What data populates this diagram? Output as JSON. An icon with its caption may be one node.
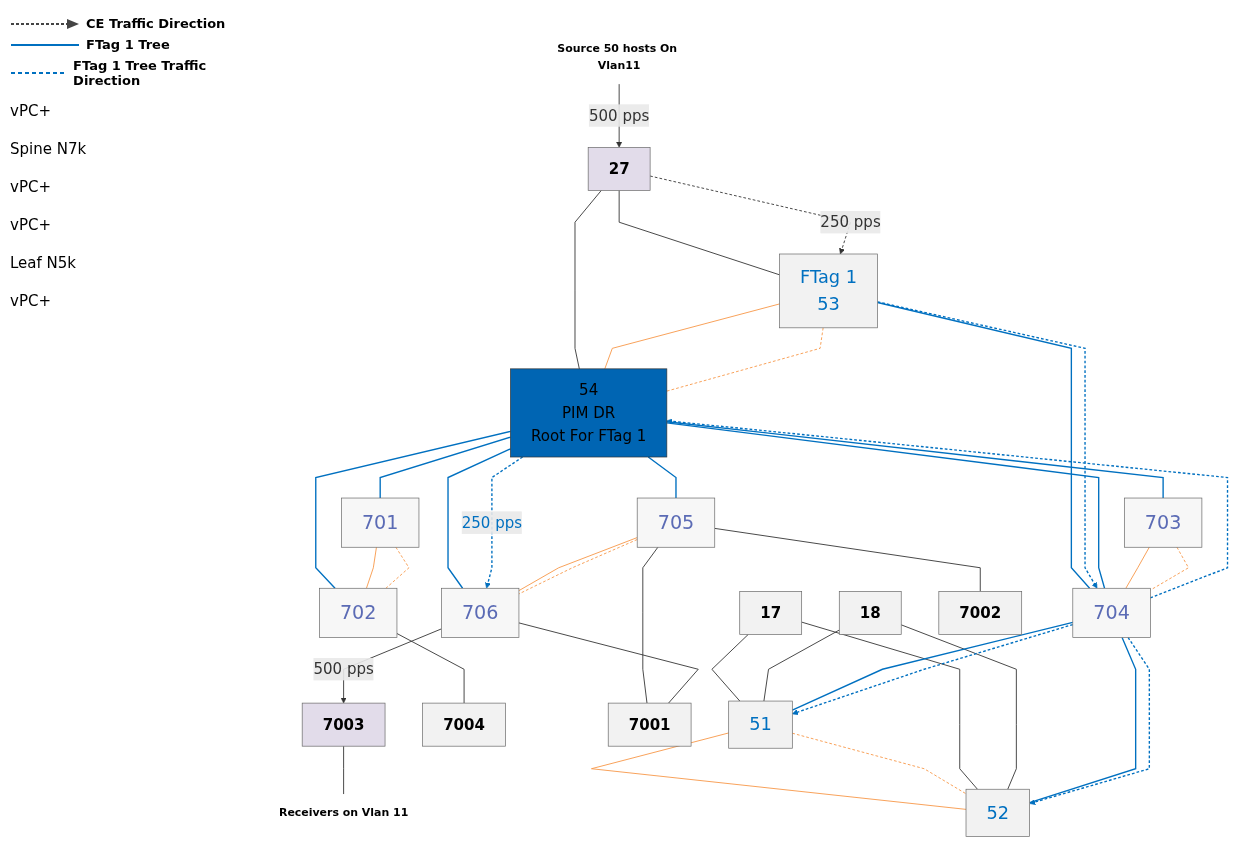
{
  "diagram": {
    "nodes": [
      {
        "text": [
          "Source 50 hosts On Vlan11"
        ]
      },
      {
        "text": [
          "27"
        ]
      },
      {
        "text": [
          "51"
        ]
      },
      {
        "text": [
          "52"
        ]
      },
      {
        "text": [
          "FTag 1",
          "53"
        ]
      },
      {
        "text": [
          "54",
          "PIM DR",
          "Root For FTag 1"
        ]
      },
      {
        "text": [
          "17"
        ]
      },
      {
        "text": [
          "18"
        ]
      },
      {
        "text": [
          "701"
        ]
      },
      {
        "text": [
          "702"
        ]
      },
      {
        "text": [
          "703"
        ]
      },
      {
        "text": [
          "704"
        ]
      },
      {
        "text": [
          "705"
        ]
      },
      {
        "text": [
          "706"
        ]
      },
      {
        "text": [
          "7004"
        ]
      },
      {
        "text": [
          "7002"
        ]
      },
      {
        "text": [
          "7001"
        ]
      },
      {
        "text": [
          "7003"
        ]
      },
      {
        "text": [
          "Receivers on  Vlan 11"
        ]
      }
    ],
    "edges": [
      {
        "from": 0,
        "to": 1,
        "arrow": "to",
        "label": "500 pps"
      },
      {
        "from": 1,
        "to": 4,
        "arrow": "none"
      },
      {
        "from": 1,
        "to": 4,
        "arrow": "to",
        "style": "dashed",
        "label": "250 pps"
      },
      {
        "from": 1,
        "to": 5,
        "arrow": "none"
      },
      {
        "from": 2,
        "to": 3,
        "arrow": "none",
        "color": "#f79646"
      },
      {
        "from": 2,
        "to": 3,
        "arrow": "none",
        "style": "dashed",
        "color": "#f79646"
      },
      {
        "from": 4,
        "to": 5,
        "arrow": "none",
        "color": "#f79646"
      },
      {
        "from": 4,
        "to": 5,
        "arrow": "none",
        "style": "dashed",
        "color": "#f79646"
      },
      {
        "from": 6,
        "to": 2,
        "arrow": "none"
      },
      {
        "from": 6,
        "to": 3,
        "arrow": "none"
      },
      {
        "from": 7,
        "to": 2,
        "arrow": "none"
      },
      {
        "from": 7,
        "to": 3,
        "arrow": "none"
      },
      {
        "from": 11,
        "to": 2,
        "arrow": "none",
        "color": "#0070c0"
      },
      {
        "from": 11,
        "to": 2,
        "arrow": "to",
        "style": "dashed",
        "color": "#0070c0"
      },
      {
        "from": 11,
        "to": 3,
        "arrow": "none",
        "color": "#0070c0"
      },
      {
        "from": 11,
        "to": 3,
        "arrow": "to",
        "style": "dashed",
        "color": "#0070c0"
      },
      {
        "from": 4,
        "to": 11,
        "arrow": "none",
        "color": "#0070c0"
      },
      {
        "from": 4,
        "to": 11,
        "arrow": "to",
        "style": "dashed",
        "color": "#0070c0"
      },
      {
        "from": 5,
        "to": 8,
        "arrow": "none",
        "color": "#0070c0"
      },
      {
        "from": 5,
        "to": 9,
        "arrow": "none",
        "color": "#0070c0"
      },
      {
        "from": 5,
        "to": 10,
        "arrow": "none",
        "color": "#0070c0"
      },
      {
        "from": 5,
        "to": 11,
        "arrow": "none",
        "color": "#0070c0"
      },
      {
        "from": 11,
        "to": 5,
        "arrow": "to",
        "style": "dashed",
        "color": "#0070c0"
      },
      {
        "from": 5,
        "to": 12,
        "arrow": "none",
        "color": "#0070c0"
      },
      {
        "from": 5,
        "to": 13,
        "arrow": "none",
        "color": "#0070c0"
      },
      {
        "from": 5,
        "to": 13,
        "arrow": "to",
        "style": "dashed",
        "color": "#0070c0",
        "label": "250 pps"
      },
      {
        "from": 8,
        "to": 9,
        "arrow": "none",
        "color": "#f79646"
      },
      {
        "from": 8,
        "to": 9,
        "arrow": "none",
        "style": "dashed",
        "color": "#f79646"
      },
      {
        "from": 10,
        "to": 11,
        "arrow": "none",
        "color": "#f79646"
      },
      {
        "from": 10,
        "to": 11,
        "arrow": "none",
        "style": "dashed",
        "color": "#f79646"
      },
      {
        "from": 12,
        "to": 13,
        "arrow": "none",
        "color": "#f79646"
      },
      {
        "from": 12,
        "to": 13,
        "arrow": "none",
        "style": "dashed",
        "color": "#f79646"
      },
      {
        "from": 9,
        "to": 14,
        "arrow": "none"
      },
      {
        "from": 12,
        "to": 15,
        "arrow": "none"
      },
      {
        "from": 12,
        "to": 16,
        "arrow": "none"
      },
      {
        "from": 13,
        "to": 16,
        "arrow": "none"
      },
      {
        "from": 13,
        "to": 17,
        "arrow": "to",
        "label": "500 pps"
      },
      {
        "from": 17,
        "to": 18,
        "arrow": "none"
      }
    ],
    "labels": [
      "vPC+",
      "Spine N7k",
      "vPC+",
      "vPC+",
      "Leaf N5k",
      "vPC+"
    ],
    "legend": [
      {
        "text": "CE Traffic Direction"
      },
      {
        "text": "FTag 1 Tree"
      },
      {
        "text": "FTag 1 Tree Traffic Direction"
      }
    ]
  }
}
